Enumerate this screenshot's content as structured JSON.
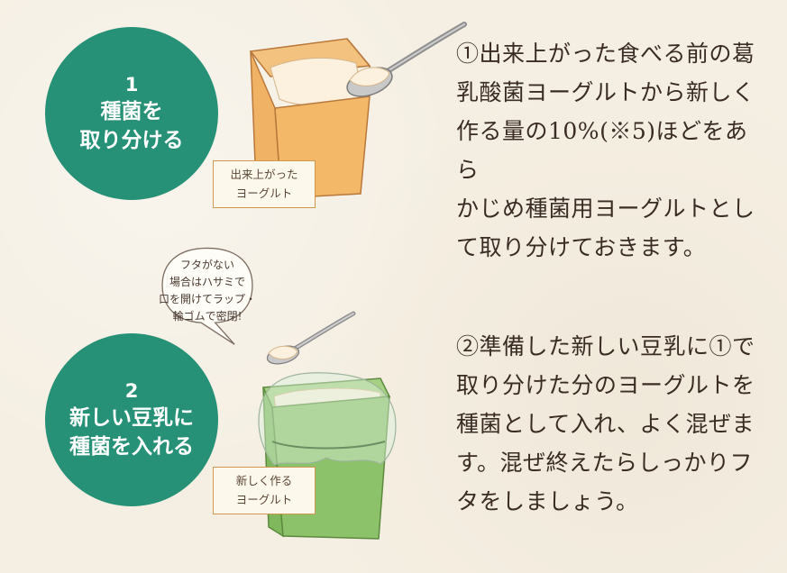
{
  "step1": {
    "number": "1",
    "title_lines": [
      "種菌を",
      "取り分ける"
    ],
    "label_lines": [
      "出来上がった",
      "ヨーグルト"
    ],
    "description_lines": [
      "①出来上がった食べる前の葛",
      "乳酸菌ヨーグルトから新しく",
      "作る量の10%(※5)ほどをあら",
      "かじめ種菌用ヨーグルトとし",
      "て取り分けておきます。"
    ]
  },
  "step2": {
    "number": "2",
    "title_lines": [
      "新しい豆乳に",
      "種菌を入れる"
    ],
    "label_lines": [
      "新しく作る",
      "ヨーグルト"
    ],
    "bubble_lines": [
      "フタがない",
      "場合はハサミで",
      "口を開けてラップ・",
      "輪ゴムで密閉!"
    ],
    "description_lines": [
      "②準備した新しい豆乳に①で",
      "取り分けた分のヨーグルトを",
      "種菌として入れ、よく混ぜま",
      "す。混ぜ終えたらしっかりフ",
      "タをしましょう。"
    ]
  },
  "colors": {
    "circle": "#279178",
    "carton_orange": "#f0b366",
    "carton_green": "#8cc26a",
    "label_border": "#d1964f",
    "text": "#3a2c23"
  }
}
